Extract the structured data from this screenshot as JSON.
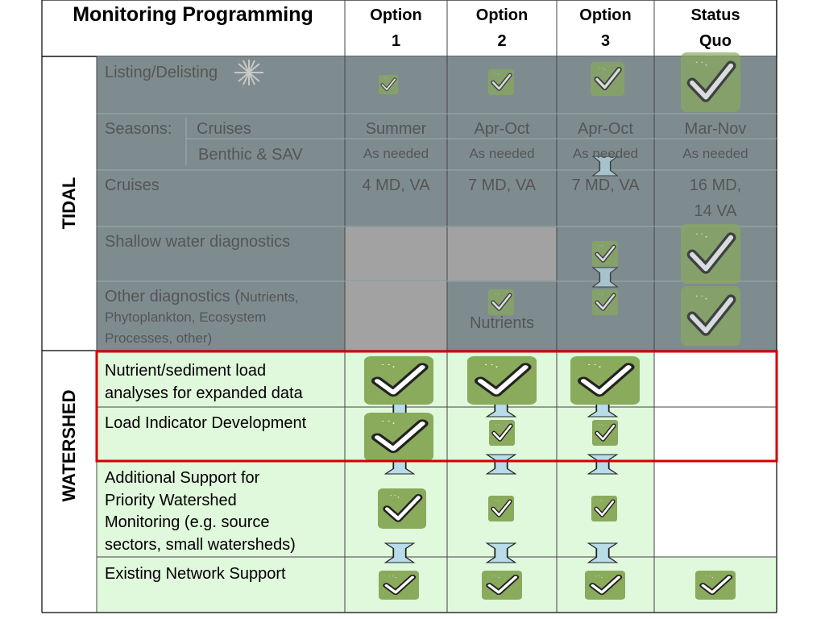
{
  "header": {
    "title": "Monitoring Programming",
    "options": [
      {
        "line1": "Option",
        "line2": "1"
      },
      {
        "line1": "Option",
        "line2": "2"
      },
      {
        "line1": "Option",
        "line2": "3"
      },
      {
        "line1": "Status",
        "line2": "Quo"
      }
    ]
  },
  "sections": {
    "tidal": "TIDAL",
    "watershed": "WATERSHED"
  },
  "tidal_rows": {
    "listing": "Listing/Delisting",
    "seasons_label": "Seasons:",
    "cruises_sub": "Cruises",
    "benthic_sub": "Benthic & SAV",
    "cruise_seasons": [
      "Summer",
      "Apr-Oct",
      "Apr-Oct",
      "Mar-Nov"
    ],
    "benthic_values": [
      "As needed",
      "As needed",
      "As needed",
      "As needed"
    ],
    "cruises": "Cruises",
    "cruise_counts": [
      "4 MD, VA",
      "7 MD, VA",
      "7 MD, VA",
      "16 MD,",
      "14 VA"
    ],
    "shallow": "Shallow water diagnostics",
    "other_main": "Other diagnostics (",
    "other_detail1": "Nutrients,",
    "other_detail2": "Phytoplankton, Ecosystem",
    "other_detail3": "Processes, other)",
    "nutrients_note": "Nutrients"
  },
  "watershed_rows": {
    "nutrient_l1": "Nutrient/sediment load",
    "nutrient_l2": "analyses for expanded data",
    "load_indicator": "Load Indicator Development",
    "additional_l1": "Additional Support for",
    "additional_l2": "Priority Watershed",
    "additional_l3": "Monitoring (e.g. source",
    "additional_l4": "sectors, small watersheds)",
    "existing": "Existing Network Support"
  },
  "colors": {
    "tidal_fill": "#7f8c8f",
    "watershed_fill": "#e0f8dc",
    "check_green": "#8aaa5c",
    "highlight_red": "#d40000",
    "arrow_blue": "#b8dce8"
  },
  "icons": [
    "asterisk-icon",
    "checkmark-icon",
    "double-arrow-icon"
  ]
}
